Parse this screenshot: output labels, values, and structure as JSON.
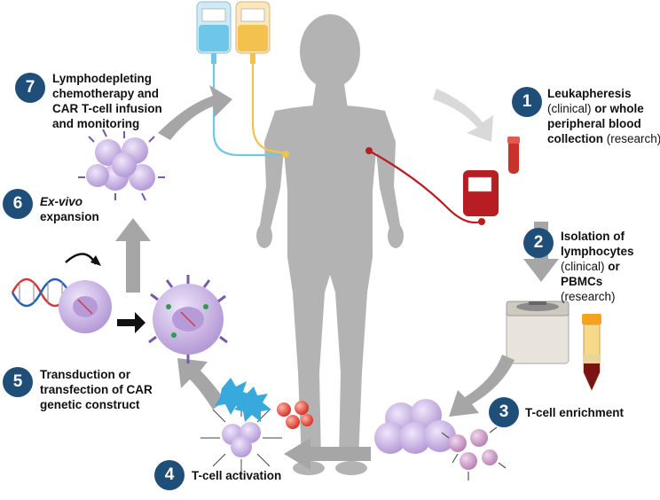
{
  "steps": [
    {
      "number": "1",
      "bold1": "Leukapheresis",
      "normal1": "(clinical)",
      "bold2": "or whole peripheral blood collection",
      "normal2": "(research)"
    },
    {
      "number": "2",
      "bold1": "Isolation of lymphocytes",
      "normal1": "(clinical)",
      "bold2": "or PBMCs",
      "normal2": "(research)"
    },
    {
      "number": "3",
      "bold1": "T-cell enrichment"
    },
    {
      "number": "4",
      "bold1": "T-cell activation"
    },
    {
      "number": "5",
      "bold1": "Transduction or transfection of CAR genetic construct"
    },
    {
      "number": "6",
      "italic": "Ex-vivo",
      "bold1": "expansion"
    },
    {
      "number": "7",
      "bold1": "Lymphodepleting chemotherapy and CAR T-cell infusion and monitoring"
    }
  ],
  "colors": {
    "badge": "#1f4e79",
    "arrow": "#a6a6a6",
    "silhouette": "#b3b3b3",
    "blood": "#b81d24",
    "iv_blue": "#6ec6e8",
    "iv_yellow": "#f2c14e",
    "cell_purple": "#c9b3e6"
  }
}
